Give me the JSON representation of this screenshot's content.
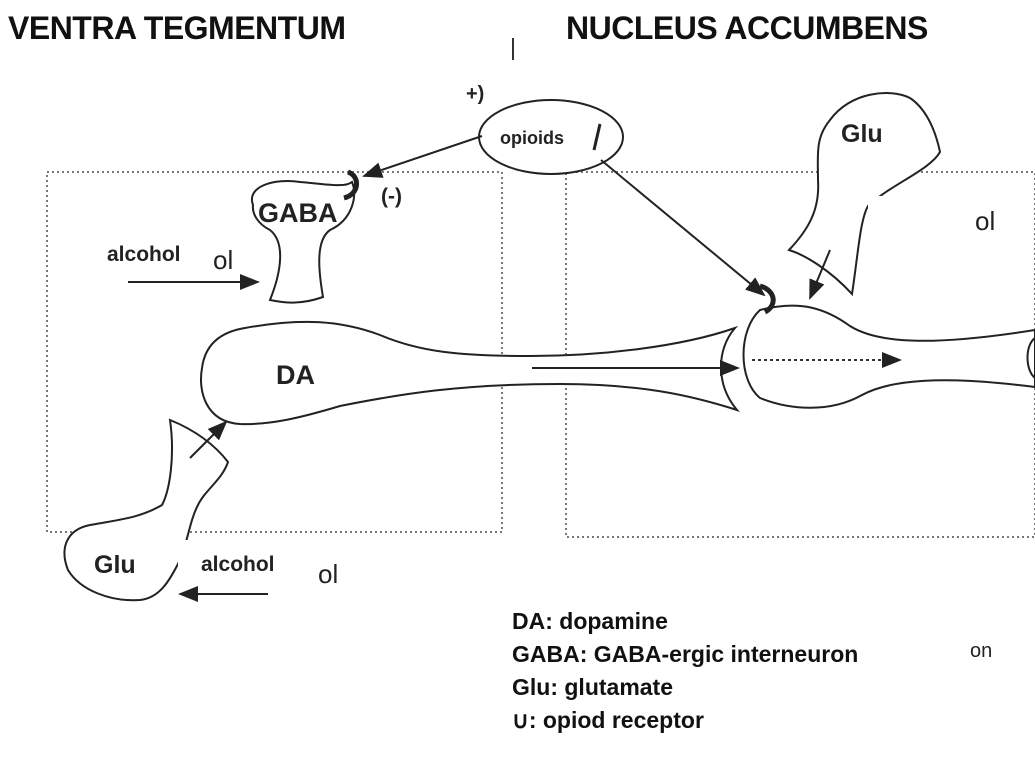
{
  "regions": {
    "left_title": "VENTRA TEGMENTUM",
    "right_title": "NUCLEUS ACCUMBENS"
  },
  "nodes": {
    "opioids": "opioids",
    "gaba": "GABA",
    "da": "DA",
    "glu_left": "Glu",
    "glu_right": "Glu",
    "alcohol_top": "alcohol",
    "alcohol_bottom": "alcohol"
  },
  "signs": {
    "inhibit": "(-)",
    "excite": "+)"
  },
  "legend": [
    "DA: dopamine",
    "GABA: GABA-ergic interneuron",
    "Glu: glutamate",
    "∪: opiod receptor"
  ],
  "fragments": {
    "frag_ol_top": "ol",
    "frag_ol_bottom": "ol",
    "frag_ol_right": "ol",
    "frag_on": "on"
  }
}
